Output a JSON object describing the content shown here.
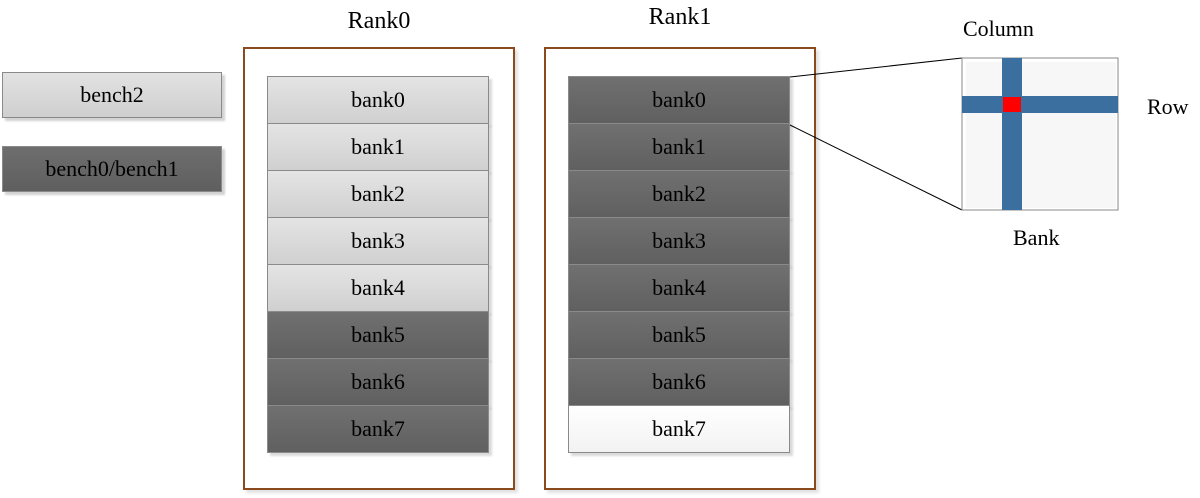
{
  "legend": [
    {
      "label": "bench2",
      "shade": "light"
    },
    {
      "label": "bench0/bench1",
      "shade": "dark"
    }
  ],
  "ranks": [
    {
      "title": "Rank0",
      "banks": [
        {
          "label": "bank0",
          "shade": "light"
        },
        {
          "label": "bank1",
          "shade": "light"
        },
        {
          "label": "bank2",
          "shade": "light"
        },
        {
          "label": "bank3",
          "shade": "light"
        },
        {
          "label": "bank4",
          "shade": "light"
        },
        {
          "label": "bank5",
          "shade": "dark"
        },
        {
          "label": "bank6",
          "shade": "dark"
        },
        {
          "label": "bank7",
          "shade": "dark"
        }
      ]
    },
    {
      "title": "Rank1",
      "banks": [
        {
          "label": "bank0",
          "shade": "dark"
        },
        {
          "label": "bank1",
          "shade": "dark"
        },
        {
          "label": "bank2",
          "shade": "dark"
        },
        {
          "label": "bank3",
          "shade": "dark"
        },
        {
          "label": "bank4",
          "shade": "dark"
        },
        {
          "label": "bank5",
          "shade": "dark"
        },
        {
          "label": "bank6",
          "shade": "dark"
        },
        {
          "label": "bank7",
          "shade": "white"
        }
      ]
    }
  ],
  "zoom": {
    "column_label": "Column",
    "row_label": "Row",
    "bank_label": "Bank",
    "colors": {
      "line": "#3a6fa0",
      "cell": "#ff0000",
      "frame_border": "#8a4a1e"
    }
  }
}
